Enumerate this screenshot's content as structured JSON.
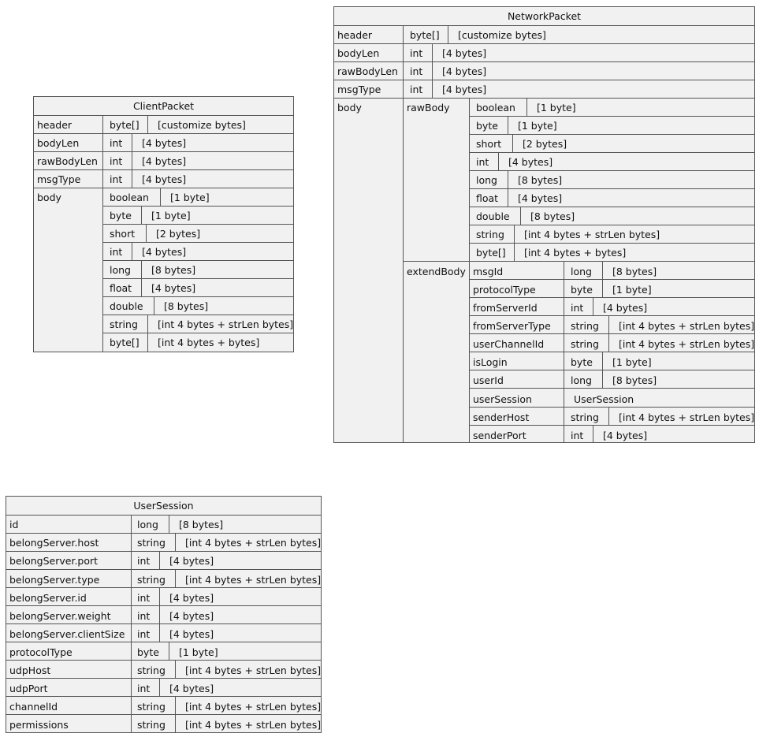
{
  "client": {
    "title": "ClientPacket",
    "header": {
      "name": "header",
      "type": "byte[]",
      "size": "[customize bytes]"
    },
    "bodyLen": {
      "name": "bodyLen",
      "type": "int",
      "size": "[4 bytes]"
    },
    "rawBodyLen": {
      "name": "rawBodyLen",
      "type": "int",
      "size": "[4 bytes]"
    },
    "msgType": {
      "name": "msgType",
      "type": "int",
      "size": "[4 bytes]"
    },
    "body": {
      "name": "body",
      "fields": [
        {
          "type": "boolean",
          "size": "[1 byte]"
        },
        {
          "type": "byte",
          "size": "[1 byte]"
        },
        {
          "type": "short",
          "size": "[2 bytes]"
        },
        {
          "type": "int",
          "size": "[4 bytes]"
        },
        {
          "type": "long",
          "size": "[8 bytes]"
        },
        {
          "type": "float",
          "size": "[4 bytes]"
        },
        {
          "type": "double",
          "size": "[8 bytes]"
        },
        {
          "type": "string",
          "size": "[int 4 bytes + strLen bytes]"
        },
        {
          "type": "byte[]",
          "size": "[int 4 bytes + bytes]"
        }
      ]
    }
  },
  "network": {
    "title": "NetworkPacket",
    "header": {
      "name": "header",
      "type": "byte[]",
      "size": "[customize bytes]"
    },
    "bodyLen": {
      "name": "bodyLen",
      "type": "int",
      "size": "[4 bytes]"
    },
    "rawBodyLen": {
      "name": "rawBodyLen",
      "type": "int",
      "size": "[4 bytes]"
    },
    "msgType": {
      "name": "msgType",
      "type": "int",
      "size": "[4 bytes]"
    },
    "body": {
      "name": "body",
      "rawBody": {
        "name": "rawBody",
        "fields": [
          {
            "type": "boolean",
            "size": "[1 byte]"
          },
          {
            "type": "byte",
            "size": "[1 byte]"
          },
          {
            "type": "short",
            "size": "[2 bytes]"
          },
          {
            "type": "int",
            "size": "[4 bytes]"
          },
          {
            "type": "long",
            "size": "[8 bytes]"
          },
          {
            "type": "float",
            "size": "[4 bytes]"
          },
          {
            "type": "double",
            "size": "[8 bytes]"
          },
          {
            "type": "string",
            "size": "[int 4 bytes + strLen bytes]"
          },
          {
            "type": "byte[]",
            "size": "[int 4 bytes + bytes]"
          }
        ]
      },
      "extendBody": {
        "name": "extendBody",
        "fields": [
          {
            "name": "msgId",
            "type": "long",
            "size": "[8 bytes]"
          },
          {
            "name": "protocolType",
            "type": "byte",
            "size": "[1 byte]"
          },
          {
            "name": "fromServerId",
            "type": "int",
            "size": "[4 bytes]"
          },
          {
            "name": "fromServerType",
            "type": "string",
            "size": "[int 4 bytes + strLen bytes]"
          },
          {
            "name": "userChannelId",
            "type": "string",
            "size": "[int 4 bytes + strLen bytes]"
          },
          {
            "name": "isLogin",
            "type": "byte",
            "size": "[1 byte]"
          },
          {
            "name": "userId",
            "type": "long",
            "size": "[8 bytes]"
          },
          {
            "name": "userSession",
            "type": "UserSession",
            "size": ""
          },
          {
            "name": "senderHost",
            "type": "string",
            "size": "[int 4 bytes + strLen bytes]"
          },
          {
            "name": "senderPort",
            "type": "int",
            "size": "[4 bytes]"
          }
        ]
      }
    }
  },
  "session": {
    "title": "UserSession",
    "fields": [
      {
        "name": "id",
        "type": "long",
        "size": "[8 bytes]"
      },
      {
        "name": "belongServer.host",
        "type": "string",
        "size": "[int 4 bytes + strLen bytes]"
      },
      {
        "name": "belongServer.port",
        "type": "int",
        "size": "[4 bytes]"
      },
      {
        "name": "belongServer.type",
        "type": "string",
        "size": "[int 4 bytes + strLen bytes]"
      },
      {
        "name": "belongServer.id",
        "type": "int",
        "size": "[4 bytes]"
      },
      {
        "name": "belongServer.weight",
        "type": "int",
        "size": "[4 bytes]"
      },
      {
        "name": "belongServer.clientSize",
        "type": "int",
        "size": "[4 bytes]"
      },
      {
        "name": "protocolType",
        "type": "byte",
        "size": "[1 byte]"
      },
      {
        "name": "udpHost",
        "type": "string",
        "size": "[int 4 bytes + strLen bytes]"
      },
      {
        "name": "udpPort",
        "type": "int",
        "size": "[4 bytes]"
      },
      {
        "name": "channelId",
        "type": "string",
        "size": "[int 4 bytes + strLen bytes]"
      },
      {
        "name": "permissions",
        "type": "string",
        "size": "[int 4 bytes + strLen bytes]"
      }
    ]
  }
}
